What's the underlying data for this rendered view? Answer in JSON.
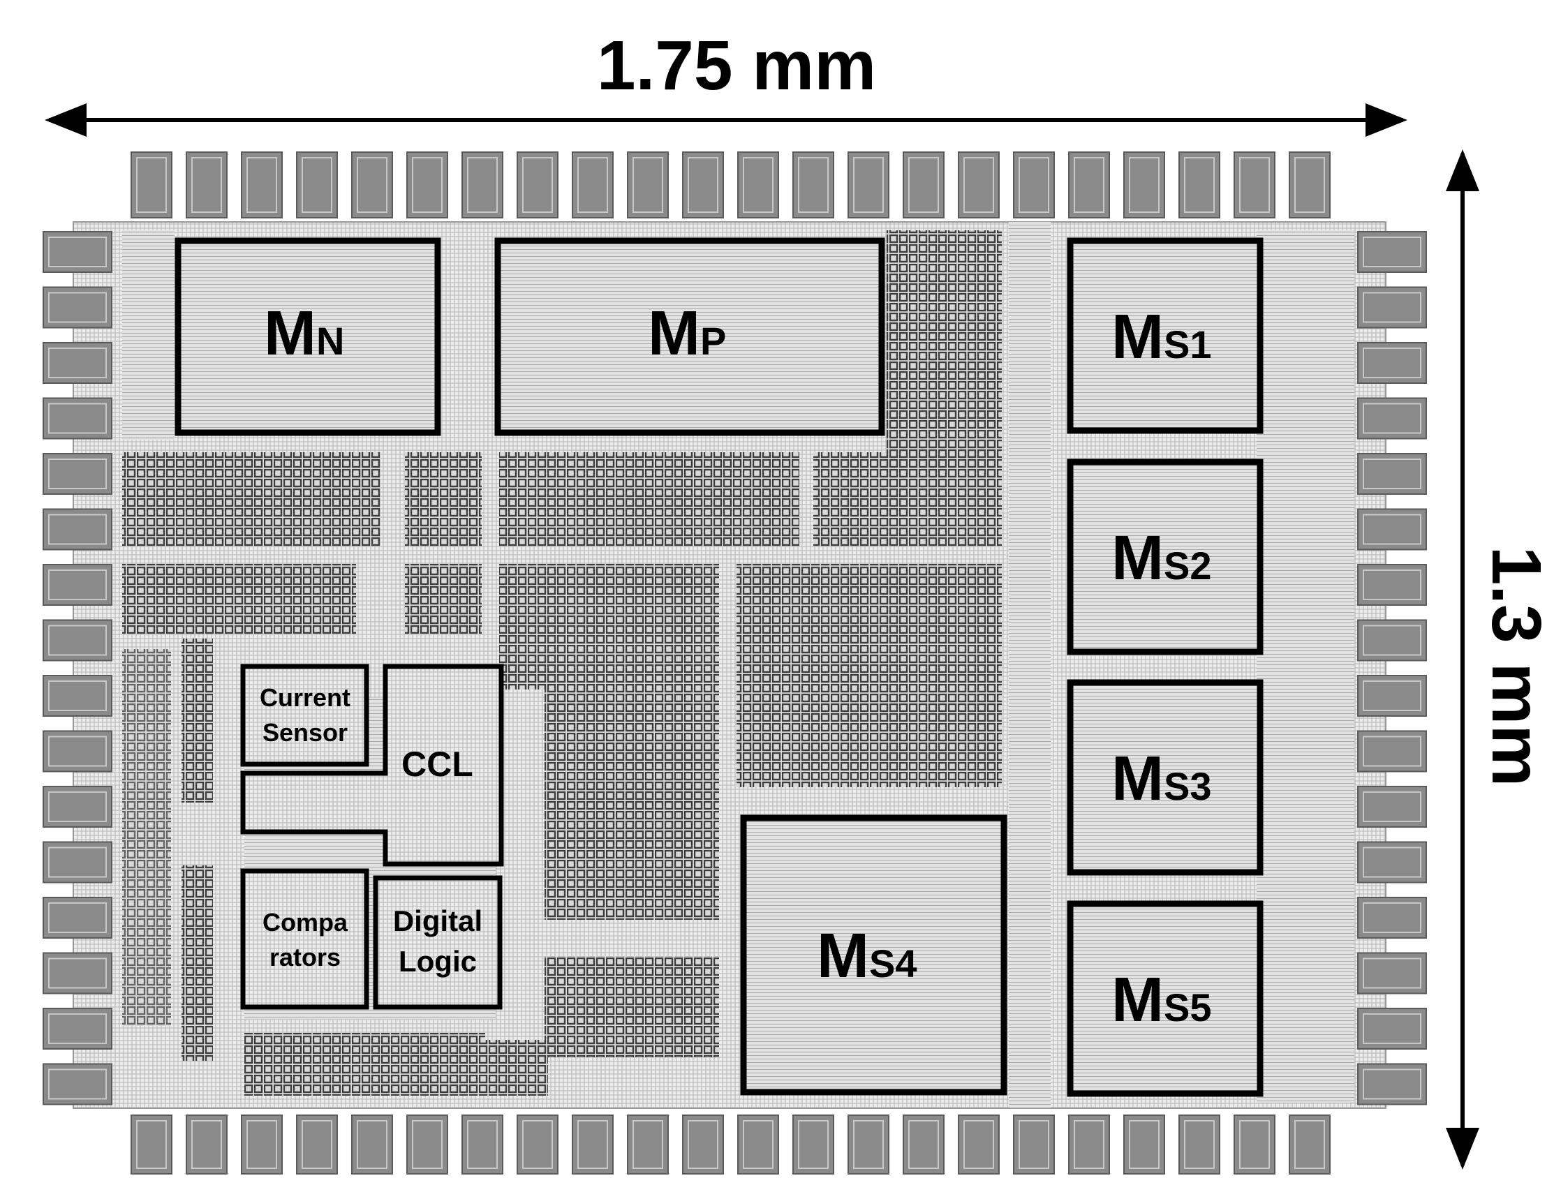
{
  "dimensions": {
    "width_label": "1.75 mm",
    "height_label": "1.3 mm"
  },
  "blocks": {
    "mn": {
      "main": "M",
      "sub": "N"
    },
    "mp": {
      "main": "M",
      "sub": "P"
    },
    "ms1": {
      "main": "M",
      "sub": "S1"
    },
    "ms2": {
      "main": "M",
      "sub": "S2"
    },
    "ms3": {
      "main": "M",
      "sub": "S3"
    },
    "ms4": {
      "main": "M",
      "sub": "S4"
    },
    "ms5": {
      "main": "M",
      "sub": "S5"
    }
  },
  "modules": {
    "current_sensor": [
      "Current",
      "Sensor"
    ],
    "ccl": "CCL",
    "comparators": [
      "Compa",
      "rators"
    ],
    "digital_logic": [
      "Digital",
      "Logic"
    ]
  },
  "colors": {
    "line": "#000000",
    "pad": "#8a8a8a",
    "die": "#e6e6e6",
    "grid": "#4a4a4a"
  }
}
